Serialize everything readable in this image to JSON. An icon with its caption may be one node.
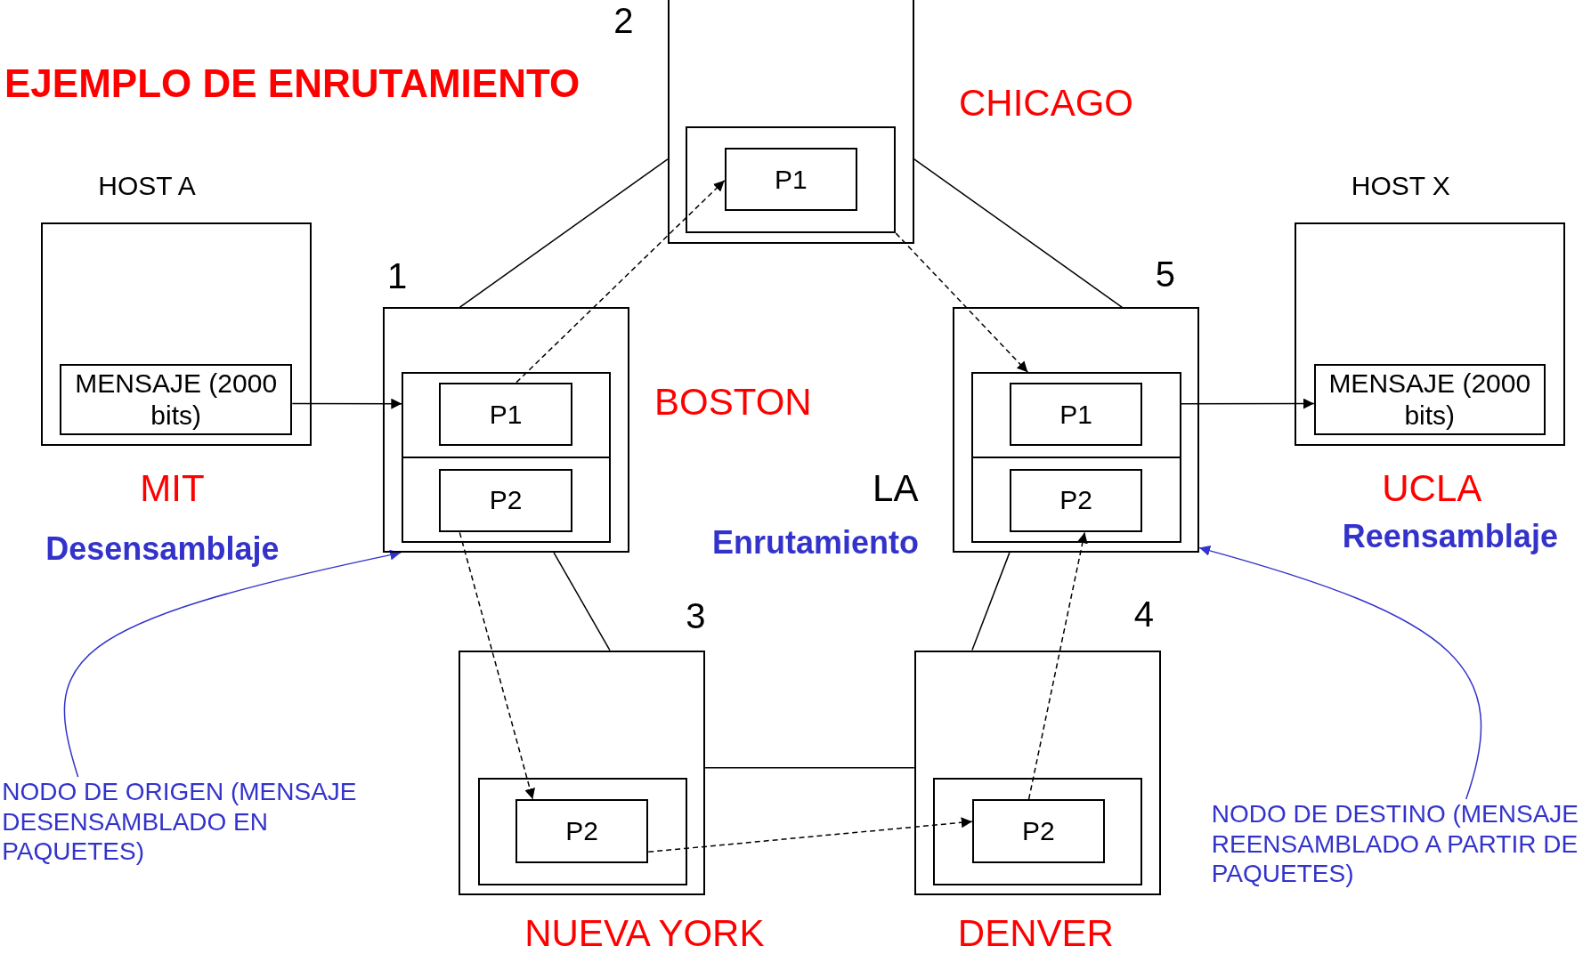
{
  "diagram": {
    "title": "EJEMPLO DE ENRUTAMIENTO",
    "nodes": [
      {
        "text": [
          "HOST A"
        ],
        "beside": [
          "MIT"
        ]
      },
      {
        "text": [
          "MENSAJE (2000 bits)"
        ],
        "in": 0
      },
      {
        "text": [
          "1"
        ],
        "beside": [
          "BOSTON"
        ]
      },
      {
        "text": [],
        "shape": "box",
        "in": 2
      },
      {
        "text": [
          "P1"
        ],
        "in": 3
      },
      {
        "text": [
          "P2"
        ],
        "in": 3
      },
      {
        "text": [
          "2"
        ],
        "beside": [
          "CHICAGO"
        ]
      },
      {
        "text": [],
        "shape": "box",
        "in": 6
      },
      {
        "text": [
          "P1"
        ],
        "in": 7
      },
      {
        "text": [
          "5"
        ],
        "beside": [
          "LA"
        ]
      },
      {
        "text": [],
        "shape": "box",
        "in": 9
      },
      {
        "text": [
          "P1"
        ],
        "in": 10
      },
      {
        "text": [
          "P2"
        ],
        "in": 10
      },
      {
        "text": [
          "HOST X"
        ],
        "beside": [
          "UCLA"
        ]
      },
      {
        "text": [
          "MENSAJE (2000 bits)"
        ],
        "in": 13
      },
      {
        "text": [
          "3"
        ],
        "beside": [
          "NUEVA YORK"
        ]
      },
      {
        "text": [],
        "shape": "box",
        "in": 15
      },
      {
        "text": [
          "P2"
        ],
        "in": 16
      },
      {
        "text": [
          "4"
        ],
        "beside": [
          "DENVER"
        ]
      },
      {
        "text": [],
        "shape": "box",
        "in": 18
      },
      {
        "text": [
          "P2"
        ],
        "in": 19
      },
      {
        "text": [
          "NODO DE ORIGEN (MENSAJE DESENSAMBLADO EN PAQUETES)"
        ]
      },
      {
        "text": [
          "NODO DE DESTINO (MENSAJE REENSAMBLADO A PARTIR DE PAQUETES)"
        ]
      }
    ],
    "edges": [
      {
        "from": 1,
        "to": 3,
        "arrow": "to"
      },
      {
        "from": 4,
        "to": 8,
        "arrow": "to",
        "style": "dashed"
      },
      {
        "from": 7,
        "to": 10,
        "arrow": "to",
        "style": "dashed"
      },
      {
        "from": 5,
        "to": 17,
        "arrow": "to",
        "style": "dashed"
      },
      {
        "from": 17,
        "to": 20,
        "arrow": "to",
        "style": "dashed"
      },
      {
        "from": 20,
        "to": 12,
        "arrow": "to",
        "style": "dashed"
      },
      {
        "from": 10,
        "to": 14,
        "arrow": "to"
      },
      {
        "from": 2,
        "to": 6,
        "arrow": "none"
      },
      {
        "from": 6,
        "to": 9,
        "arrow": "none"
      },
      {
        "from": 2,
        "to": 15,
        "arrow": "none"
      },
      {
        "from": 9,
        "to": 18,
        "arrow": "none"
      },
      {
        "from": 15,
        "to": 18,
        "arrow": "none"
      },
      {
        "from": 21,
        "to": 2,
        "arrow": "to",
        "color": "#3333cc"
      },
      {
        "from": 22,
        "to": 9,
        "arrow": "to",
        "color": "#3333cc"
      }
    ],
    "labels": [
      "Desensamblaje",
      "Enrutamiento",
      "Reensamblaje"
    ]
  }
}
